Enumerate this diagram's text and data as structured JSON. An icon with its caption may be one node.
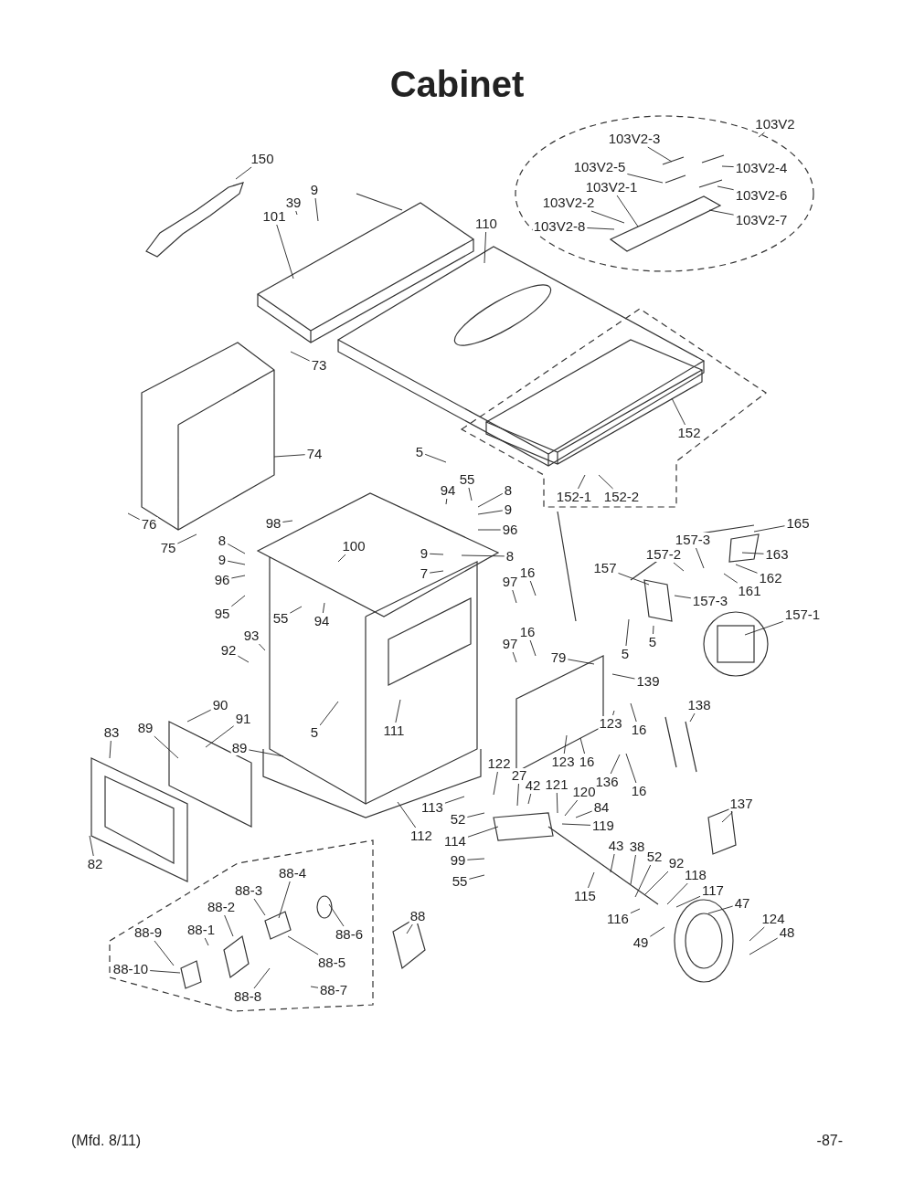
{
  "diagram": {
    "title": "Cabinet",
    "nodes": [
      {
        "text": [
          "150"
        ]
      },
      {
        "text": [
          "39"
        ]
      },
      {
        "text": [
          "9"
        ]
      },
      {
        "text": [
          "101"
        ]
      },
      {
        "text": [
          "110"
        ]
      },
      {
        "text": [
          "103V2"
        ]
      },
      {
        "text": [
          "103V2-3"
        ]
      },
      {
        "text": [
          "103V2-4"
        ]
      },
      {
        "text": [
          "103V2-5"
        ]
      },
      {
        "text": [
          "103V2-1"
        ]
      },
      {
        "text": [
          "103V2-6"
        ]
      },
      {
        "text": [
          "103V2-2"
        ]
      },
      {
        "text": [
          "103V2-7"
        ]
      },
      {
        "text": [
          "103V2-8"
        ]
      },
      {
        "text": [
          "152"
        ]
      },
      {
        "text": [
          "152-1"
        ]
      },
      {
        "text": [
          "152-2"
        ]
      },
      {
        "text": [
          "73"
        ]
      },
      {
        "text": [
          "74"
        ]
      },
      {
        "text": [
          "76"
        ]
      },
      {
        "text": [
          "75"
        ]
      },
      {
        "text": [
          "5"
        ]
      },
      {
        "text": [
          "55"
        ]
      },
      {
        "text": [
          "94"
        ]
      },
      {
        "text": [
          "8"
        ]
      },
      {
        "text": [
          "9"
        ]
      },
      {
        "text": [
          "96"
        ]
      },
      {
        "text": [
          "98"
        ]
      },
      {
        "text": [
          "8"
        ]
      },
      {
        "text": [
          "9"
        ]
      },
      {
        "text": [
          "100"
        ]
      },
      {
        "text": [
          "96"
        ]
      },
      {
        "text": [
          "9"
        ]
      },
      {
        "text": [
          "8"
        ]
      },
      {
        "text": [
          "7"
        ]
      },
      {
        "text": [
          "95"
        ]
      },
      {
        "text": [
          "55"
        ]
      },
      {
        "text": [
          "94"
        ]
      },
      {
        "text": [
          "93"
        ]
      },
      {
        "text": [
          "92"
        ]
      },
      {
        "text": [
          "97"
        ]
      },
      {
        "text": [
          "16"
        ]
      },
      {
        "text": [
          "97"
        ]
      },
      {
        "text": [
          "16"
        ]
      },
      {
        "text": [
          "157"
        ]
      },
      {
        "text": [
          "157-3"
        ]
      },
      {
        "text": [
          "157-2"
        ]
      },
      {
        "text": [
          "165"
        ]
      },
      {
        "text": [
          "163"
        ]
      },
      {
        "text": [
          "162"
        ]
      },
      {
        "text": [
          "161"
        ]
      },
      {
        "text": [
          "157-3"
        ]
      },
      {
        "text": [
          "157-1"
        ]
      },
      {
        "text": [
          "5"
        ]
      },
      {
        "text": [
          "5"
        ]
      },
      {
        "text": [
          "79"
        ]
      },
      {
        "text": [
          "139"
        ]
      },
      {
        "text": [
          "138"
        ]
      },
      {
        "text": [
          "123"
        ]
      },
      {
        "text": [
          "16"
        ]
      },
      {
        "text": [
          "123"
        ]
      },
      {
        "text": [
          "16"
        ]
      },
      {
        "text": [
          "136"
        ]
      },
      {
        "text": [
          "16"
        ]
      },
      {
        "text": [
          "90"
        ]
      },
      {
        "text": [
          "91"
        ]
      },
      {
        "text": [
          "83"
        ]
      },
      {
        "text": [
          "89"
        ]
      },
      {
        "text": [
          "89"
        ]
      },
      {
        "text": [
          "5"
        ]
      },
      {
        "text": [
          "111"
        ]
      },
      {
        "text": [
          "122"
        ]
      },
      {
        "text": [
          "27"
        ]
      },
      {
        "text": [
          "42"
        ]
      },
      {
        "text": [
          "121"
        ]
      },
      {
        "text": [
          "120"
        ]
      },
      {
        "text": [
          "84"
        ]
      },
      {
        "text": [
          "119"
        ]
      },
      {
        "text": [
          "113"
        ]
      },
      {
        "text": [
          "52"
        ]
      },
      {
        "text": [
          "112"
        ]
      },
      {
        "text": [
          "114"
        ]
      },
      {
        "text": [
          "99"
        ]
      },
      {
        "text": [
          "55"
        ]
      },
      {
        "text": [
          "43"
        ]
      },
      {
        "text": [
          "38"
        ]
      },
      {
        "text": [
          "52"
        ]
      },
      {
        "text": [
          "92"
        ]
      },
      {
        "text": [
          "118"
        ]
      },
      {
        "text": [
          "117"
        ]
      },
      {
        "text": [
          "47"
        ]
      },
      {
        "text": [
          "124"
        ]
      },
      {
        "text": [
          "48"
        ]
      },
      {
        "text": [
          "116"
        ]
      },
      {
        "text": [
          "49"
        ]
      },
      {
        "text": [
          "115"
        ]
      },
      {
        "text": [
          "137"
        ]
      },
      {
        "text": [
          "82"
        ]
      },
      {
        "text": [
          "88-4"
        ]
      },
      {
        "text": [
          "88-3"
        ]
      },
      {
        "text": [
          "88-2"
        ]
      },
      {
        "text": [
          "88-1"
        ]
      },
      {
        "text": [
          "88-9"
        ]
      },
      {
        "text": [
          "88-10"
        ]
      },
      {
        "text": [
          "88-6"
        ]
      },
      {
        "text": [
          "88-5"
        ]
      },
      {
        "text": [
          "88-8"
        ]
      },
      {
        "text": [
          "88-7"
        ]
      },
      {
        "text": [
          "88"
        ]
      }
    ],
    "edges": [
      {
        "from": 0,
        "to": null,
        "arrow": "none"
      },
      {
        "from": 1,
        "to": null,
        "arrow": "none"
      },
      {
        "from": 2,
        "to": null,
        "arrow": "none"
      },
      {
        "from": 3,
        "to": null,
        "arrow": "none"
      },
      {
        "from": 4,
        "to": null,
        "arrow": "none"
      },
      {
        "from": 5,
        "to": null,
        "arrow": "none"
      },
      {
        "from": 6,
        "to": null,
        "arrow": "none"
      },
      {
        "from": 7,
        "to": null,
        "arrow": "none"
      },
      {
        "from": 8,
        "to": null,
        "arrow": "none"
      },
      {
        "from": 9,
        "to": null,
        "arrow": "none"
      },
      {
        "from": 10,
        "to": null,
        "arrow": "none"
      },
      {
        "from": 11,
        "to": null,
        "arrow": "none"
      },
      {
        "from": 12,
        "to": null,
        "arrow": "none"
      },
      {
        "from": 13,
        "to": null,
        "arrow": "none"
      },
      {
        "from": 14,
        "to": null,
        "arrow": "none"
      },
      {
        "from": 15,
        "to": null,
        "arrow": "none"
      },
      {
        "from": 16,
        "to": null,
        "arrow": "none"
      },
      {
        "from": 17,
        "to": null,
        "arrow": "none"
      },
      {
        "from": 18,
        "to": null,
        "arrow": "none"
      },
      {
        "from": 19,
        "to": null,
        "arrow": "none"
      },
      {
        "from": 20,
        "to": null,
        "arrow": "none"
      },
      {
        "from": 21,
        "to": null,
        "arrow": "none"
      },
      {
        "from": 22,
        "to": null,
        "arrow": "none"
      },
      {
        "from": 23,
        "to": null,
        "arrow": "none"
      },
      {
        "from": 24,
        "to": null,
        "arrow": "none"
      },
      {
        "from": 25,
        "to": null,
        "arrow": "none"
      },
      {
        "from": 26,
        "to": null,
        "arrow": "none"
      },
      {
        "from": 27,
        "to": null,
        "arrow": "none"
      },
      {
        "from": 28,
        "to": null,
        "arrow": "none"
      },
      {
        "from": 29,
        "to": null,
        "arrow": "none"
      },
      {
        "from": 30,
        "to": null,
        "arrow": "none"
      },
      {
        "from": 31,
        "to": null,
        "arrow": "none"
      },
      {
        "from": 32,
        "to": null,
        "arrow": "none"
      },
      {
        "from": 33,
        "to": null,
        "arrow": "none"
      },
      {
        "from": 34,
        "to": null,
        "arrow": "none"
      },
      {
        "from": 35,
        "to": null,
        "arrow": "none"
      },
      {
        "from": 36,
        "to": null,
        "arrow": "none"
      },
      {
        "from": 37,
        "to": null,
        "arrow": "none"
      },
      {
        "from": 38,
        "to": null,
        "arrow": "none"
      },
      {
        "from": 39,
        "to": null,
        "arrow": "none"
      },
      {
        "from": 40,
        "to": null,
        "arrow": "none"
      },
      {
        "from": 41,
        "to": null,
        "arrow": "none"
      },
      {
        "from": 42,
        "to": null,
        "arrow": "none"
      },
      {
        "from": 43,
        "to": null,
        "arrow": "none"
      },
      {
        "from": 44,
        "to": null,
        "arrow": "none"
      },
      {
        "from": 45,
        "to": null,
        "arrow": "none"
      },
      {
        "from": 46,
        "to": null,
        "arrow": "none"
      },
      {
        "from": 47,
        "to": null,
        "arrow": "none"
      },
      {
        "from": 48,
        "to": null,
        "arrow": "none"
      },
      {
        "from": 49,
        "to": null,
        "arrow": "none"
      },
      {
        "from": 50,
        "to": null,
        "arrow": "none"
      },
      {
        "from": 51,
        "to": null,
        "arrow": "none"
      },
      {
        "from": 52,
        "to": null,
        "arrow": "none"
      },
      {
        "from": 53,
        "to": null,
        "arrow": "none"
      },
      {
        "from": 54,
        "to": null,
        "arrow": "none"
      },
      {
        "from": 55,
        "to": null,
        "arrow": "none"
      },
      {
        "from": 56,
        "to": null,
        "arrow": "none"
      },
      {
        "from": 57,
        "to": null,
        "arrow": "none"
      },
      {
        "from": 58,
        "to": null,
        "arrow": "none"
      },
      {
        "from": 59,
        "to": null,
        "arrow": "none"
      },
      {
        "from": 60,
        "to": null,
        "arrow": "none"
      },
      {
        "from": 61,
        "to": null,
        "arrow": "none"
      },
      {
        "from": 62,
        "to": null,
        "arrow": "none"
      },
      {
        "from": 63,
        "to": null,
        "arrow": "none"
      },
      {
        "from": 64,
        "to": null,
        "arrow": "none"
      },
      {
        "from": 65,
        "to": null,
        "arrow": "none"
      },
      {
        "from": 66,
        "to": null,
        "arrow": "none"
      },
      {
        "from": 67,
        "to": null,
        "arrow": "none"
      },
      {
        "from": 68,
        "to": null,
        "arrow": "none"
      },
      {
        "from": 69,
        "to": null,
        "arrow": "none"
      },
      {
        "from": 70,
        "to": null,
        "arrow": "none"
      },
      {
        "from": 71,
        "to": null,
        "arrow": "none"
      },
      {
        "from": 72,
        "to": null,
        "arrow": "none"
      },
      {
        "from": 73,
        "to": null,
        "arrow": "none"
      },
      {
        "from": 74,
        "to": null,
        "arrow": "none"
      },
      {
        "from": 75,
        "to": null,
        "arrow": "none"
      },
      {
        "from": 76,
        "to": null,
        "arrow": "none"
      },
      {
        "from": 77,
        "to": null,
        "arrow": "none"
      },
      {
        "from": 78,
        "to": null,
        "arrow": "none"
      },
      {
        "from": 79,
        "to": null,
        "arrow": "none"
      },
      {
        "from": 80,
        "to": null,
        "arrow": "none"
      },
      {
        "from": 81,
        "to": null,
        "arrow": "none"
      },
      {
        "from": 82,
        "to": null,
        "arrow": "none"
      },
      {
        "from": 83,
        "to": null,
        "arrow": "none"
      },
      {
        "from": 84,
        "to": null,
        "arrow": "none"
      },
      {
        "from": 85,
        "to": null,
        "arrow": "none"
      },
      {
        "from": 86,
        "to": null,
        "arrow": "none"
      },
      {
        "from": 87,
        "to": null,
        "arrow": "none"
      },
      {
        "from": 88,
        "to": null,
        "arrow": "none"
      },
      {
        "from": 89,
        "to": null,
        "arrow": "none"
      },
      {
        "from": 90,
        "to": null,
        "arrow": "none"
      },
      {
        "from": 91,
        "to": null,
        "arrow": "none"
      },
      {
        "from": 92,
        "to": null,
        "arrow": "none"
      },
      {
        "from": 93,
        "to": null,
        "arrow": "none"
      },
      {
        "from": 94,
        "to": null,
        "arrow": "none"
      },
      {
        "from": 95,
        "to": null,
        "arrow": "none"
      },
      {
        "from": 96,
        "to": null,
        "arrow": "none"
      },
      {
        "from": 97,
        "to": null,
        "arrow": "none"
      },
      {
        "from": 98,
        "to": null,
        "arrow": "none"
      },
      {
        "from": 99,
        "to": null,
        "arrow": "none"
      },
      {
        "from": 100,
        "to": null,
        "arrow": "none"
      },
      {
        "from": 101,
        "to": null,
        "arrow": "none"
      },
      {
        "from": 102,
        "to": null,
        "arrow": "none"
      },
      {
        "from": 103,
        "to": null,
        "arrow": "none"
      },
      {
        "from": 104,
        "to": null,
        "arrow": "none"
      },
      {
        "from": 105,
        "to": null,
        "arrow": "none"
      },
      {
        "from": 106,
        "to": null,
        "arrow": "none"
      },
      {
        "from": 107,
        "to": null,
        "arrow": "none"
      },
      {
        "from": 108,
        "to": null,
        "arrow": "none"
      }
    ],
    "labels": [
      "(Mfd. 8/11)",
      "-87-"
    ]
  }
}
